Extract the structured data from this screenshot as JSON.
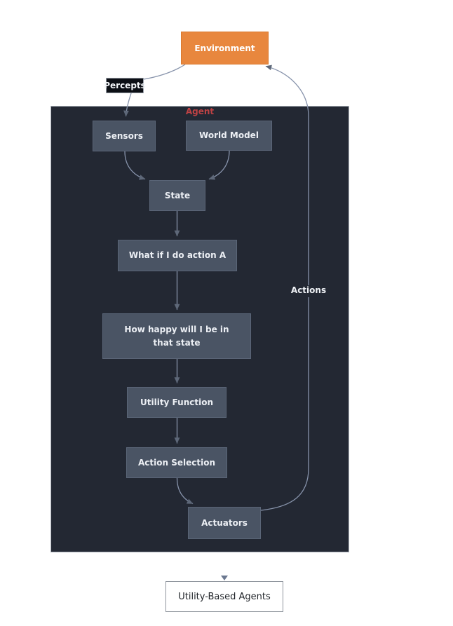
{
  "diagram": {
    "title_context": "Utility-Based Agent architecture flow diagram",
    "environment": {
      "label": "Environment"
    },
    "labels": {
      "percepts": "Percepts",
      "agent": "Agent",
      "actions": "Actions"
    },
    "nodes": {
      "sensors": "Sensors",
      "world_model": "World Model",
      "state": "State",
      "what_if": "What if I do action A",
      "how_happy": "How happy will I be in that state",
      "utility_function": "Utility Function",
      "action_selection": "Action Selection",
      "actuators": "Actuators"
    },
    "footer": {
      "label": "Utility-Based Agents"
    },
    "colors": {
      "environment_fill": "#E8873E",
      "container_fill": "#232833",
      "node_fill": "#4A5464",
      "node_text": "#ECEFF4",
      "connector": "#8793AB",
      "arrowhead": "#5E6879",
      "agent_label_text": "#BE4244",
      "percepts_fill": "#0C0F15",
      "footer_border": "#8F959D",
      "page_background": "#FFFFFF"
    }
  }
}
